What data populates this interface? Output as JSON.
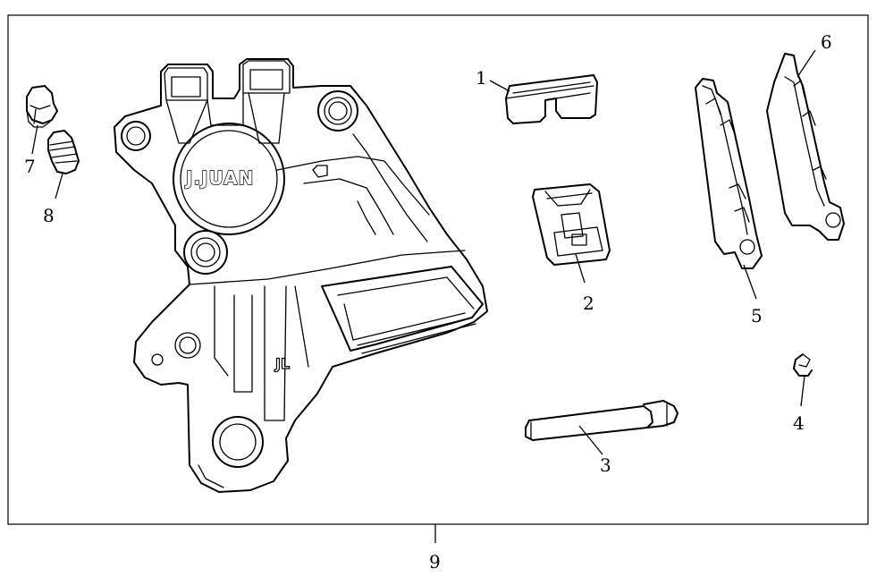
{
  "callouts": {
    "c1": "1",
    "c2": "2",
    "c3": "3",
    "c4": "4",
    "c5": "5",
    "c6": "6",
    "c7": "7",
    "c8": "8",
    "c9": "9"
  },
  "caliper": {
    "logo_text": "J.JUAN",
    "mark_text": "JL"
  },
  "colors": {
    "line": "#000000",
    "background": "#ffffff"
  }
}
